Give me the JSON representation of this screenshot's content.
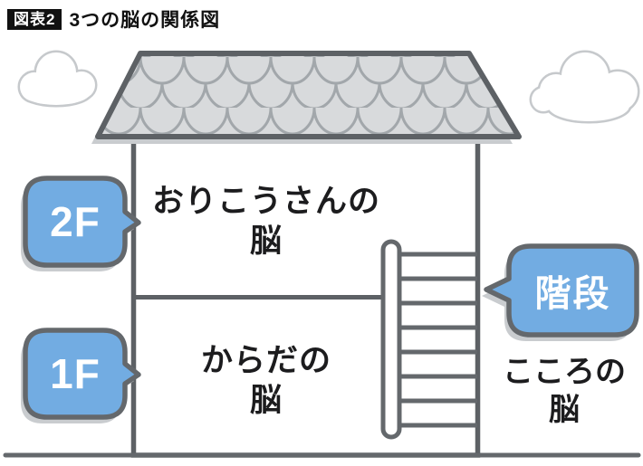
{
  "header": {
    "badge": "図表2",
    "title": "3つの脳の関係図"
  },
  "floors": {
    "second": {
      "label": "2F",
      "name_line1": "おりこうさんの",
      "name_line2": "脳"
    },
    "first": {
      "label": "1F",
      "name_line1": "からだの",
      "name_line2": "脳"
    },
    "stairs": {
      "label": "階段",
      "name_line1": "こころの",
      "name_line2": "脳"
    }
  },
  "colors": {
    "bubble_blue": "#72ace2",
    "line_gray": "#5d6165",
    "roof_fill": "#d8dadc",
    "scale_stroke": "#a2a7ab",
    "shadow_gray": "#c9cccf",
    "cloud_stroke": "#c6c9cc",
    "text_black": "#1c1c1e"
  }
}
